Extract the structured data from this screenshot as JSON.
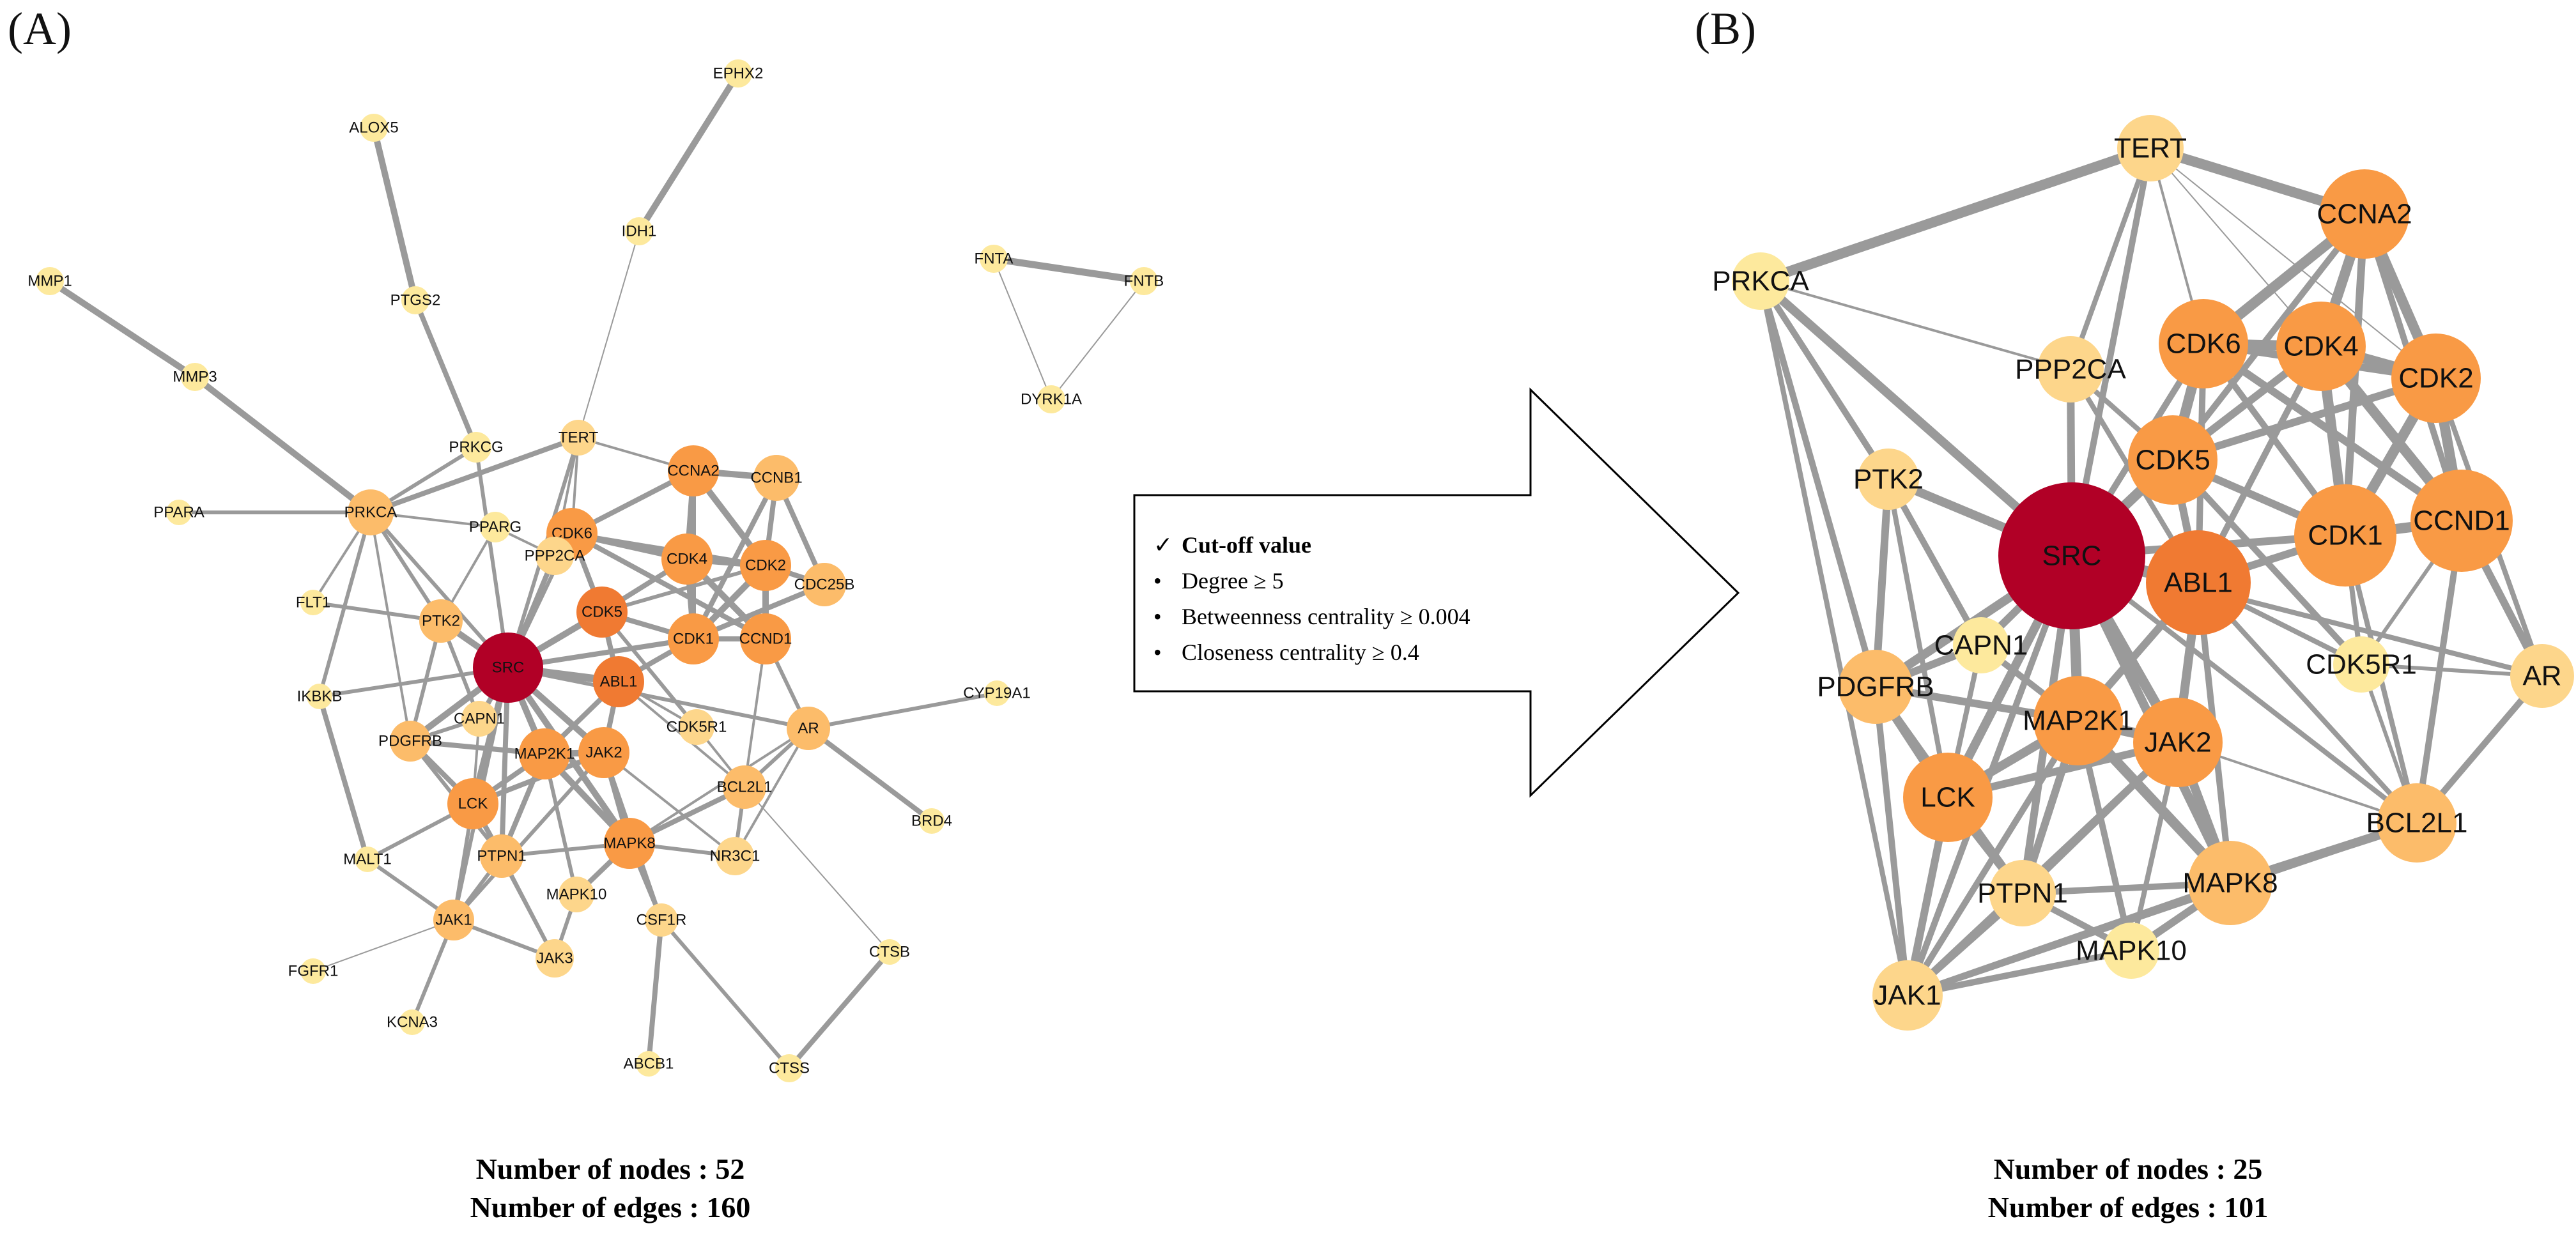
{
  "panel_a": {
    "label": "(A)",
    "nodes_stat": "Number of nodes : 52",
    "edges_stat": "Number of edges : 160",
    "nodes": [
      {
        "id": "SRC",
        "level": 5
      },
      {
        "id": "CDK5",
        "level": 4
      },
      {
        "id": "ABL1",
        "level": 4
      },
      {
        "id": "CDK6",
        "level": 3
      },
      {
        "id": "CDK4",
        "level": 3
      },
      {
        "id": "CDK2",
        "level": 3
      },
      {
        "id": "CDK1",
        "level": 3
      },
      {
        "id": "CCND1",
        "level": 3
      },
      {
        "id": "CCNA2",
        "level": 3
      },
      {
        "id": "MAPK8",
        "level": 3
      },
      {
        "id": "LCK",
        "level": 3
      },
      {
        "id": "JAK2",
        "level": 3
      },
      {
        "id": "MAP2K1",
        "level": 3
      },
      {
        "id": "PRKCA",
        "level": 2
      },
      {
        "id": "PTK2",
        "level": 2
      },
      {
        "id": "PDGFRB",
        "level": 2
      },
      {
        "id": "PTPN1",
        "level": 2
      },
      {
        "id": "JAK1",
        "level": 2
      },
      {
        "id": "CCNB1",
        "level": 2
      },
      {
        "id": "CDC25B",
        "level": 2
      },
      {
        "id": "AR",
        "level": 2
      },
      {
        "id": "BCL2L1",
        "level": 2
      },
      {
        "id": "JAK3",
        "level": 1
      },
      {
        "id": "MAPK10",
        "level": 1
      },
      {
        "id": "NR3C1",
        "level": 1
      },
      {
        "id": "CSF1R",
        "level": 1
      },
      {
        "id": "TERT",
        "level": 1
      },
      {
        "id": "PPP2CA",
        "level": 1
      },
      {
        "id": "CAPN1",
        "level": 1
      },
      {
        "id": "CDK5R1",
        "level": 1
      },
      {
        "id": "PRKCG",
        "level": 0
      },
      {
        "id": "PPARG",
        "level": 0
      },
      {
        "id": "IDH1",
        "level": 0
      },
      {
        "id": "EPHX2",
        "level": 0
      },
      {
        "id": "ALOX5",
        "level": 0
      },
      {
        "id": "PTGS2",
        "level": 0
      },
      {
        "id": "MMP1",
        "level": 0
      },
      {
        "id": "MMP3",
        "level": 0
      },
      {
        "id": "PPARA",
        "level": 0
      },
      {
        "id": "FLT1",
        "level": 0
      },
      {
        "id": "IKBKB",
        "level": 0
      },
      {
        "id": "MALT1",
        "level": 0
      },
      {
        "id": "FGFR1",
        "level": 0
      },
      {
        "id": "KCNA3",
        "level": 0
      },
      {
        "id": "ABCB1",
        "level": 0
      },
      {
        "id": "CTSS",
        "level": 0
      },
      {
        "id": "CTSB",
        "level": 0
      },
      {
        "id": "BRD4",
        "level": 0
      },
      {
        "id": "CYP19A1",
        "level": 0
      },
      {
        "id": "FNTA",
        "level": 0
      },
      {
        "id": "FNTB",
        "level": 0
      },
      {
        "id": "DYRK1A",
        "level": 0
      }
    ]
  },
  "panel_b": {
    "label": "(B)",
    "nodes_stat": "Number of nodes : 25",
    "edges_stat": "Number of edges : 101",
    "nodes": [
      {
        "id": "SRC",
        "level": 5
      },
      {
        "id": "ABL1",
        "level": 4
      },
      {
        "id": "CDK5",
        "level": 3
      },
      {
        "id": "CDK6",
        "level": 3
      },
      {
        "id": "CDK4",
        "level": 3
      },
      {
        "id": "CDK2",
        "level": 3
      },
      {
        "id": "CDK1",
        "level": 3
      },
      {
        "id": "CCND1",
        "level": 3
      },
      {
        "id": "CCNA2",
        "level": 3
      },
      {
        "id": "JAK2",
        "level": 3
      },
      {
        "id": "MAP2K1",
        "level": 3
      },
      {
        "id": "LCK",
        "level": 3
      },
      {
        "id": "MAPK8",
        "level": 2
      },
      {
        "id": "PDGFRB",
        "level": 2
      },
      {
        "id": "BCL2L1",
        "level": 2
      },
      {
        "id": "PPP2CA",
        "level": 1
      },
      {
        "id": "TERT",
        "level": 1
      },
      {
        "id": "PTK2",
        "level": 1
      },
      {
        "id": "PTPN1",
        "level": 1
      },
      {
        "id": "JAK1",
        "level": 1
      },
      {
        "id": "AR",
        "level": 1
      },
      {
        "id": "PRKCA",
        "level": 0
      },
      {
        "id": "CAPN1",
        "level": 0
      },
      {
        "id": "CDK5R1",
        "level": 0
      },
      {
        "id": "MAPK10",
        "level": 0
      }
    ]
  },
  "arrow": {
    "cutoff_title": "Cut-off value",
    "check_icon": "check-icon",
    "criteria": [
      "Degree ≥ 5",
      "Betweenness centrality ≥ 0.004",
      "Closeness centrality ≥ 0.4"
    ]
  },
  "colors": {
    "level_0": "#fde99d",
    "level_1": "#fdd68b",
    "level_2": "#fcbc6a",
    "level_3": "#f99a45",
    "level_4": "#f07a32",
    "level_5": "#b10026",
    "edge": "#9a9a9a"
  }
}
